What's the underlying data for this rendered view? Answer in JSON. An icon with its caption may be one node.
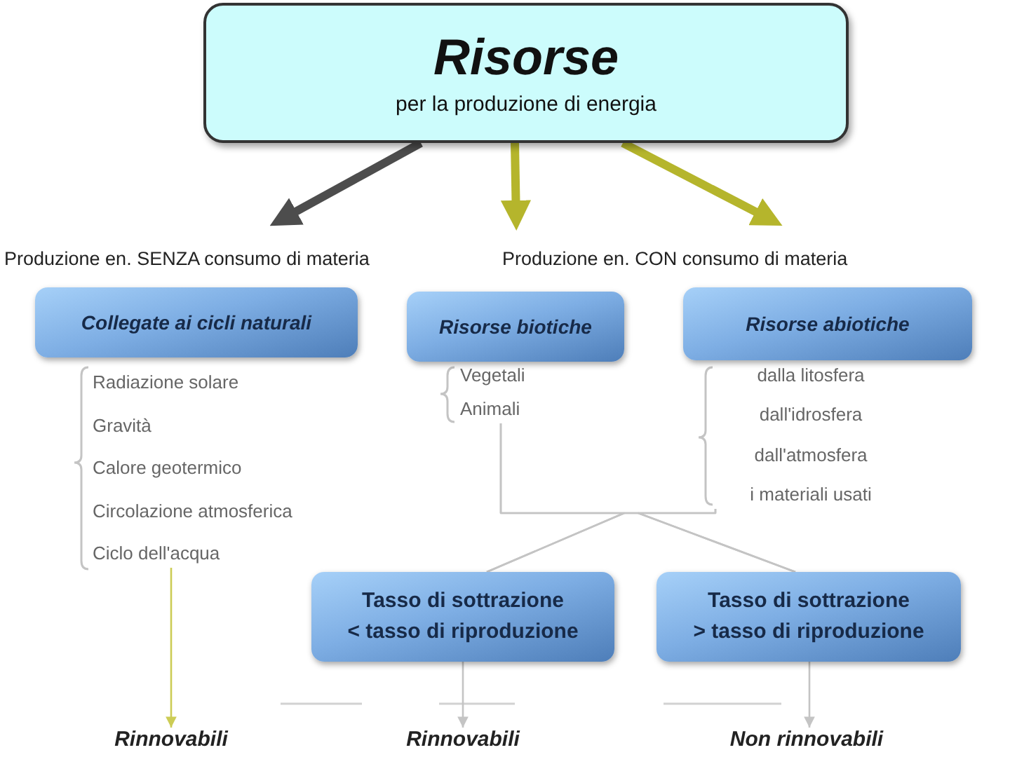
{
  "diagram": {
    "nodes": [
      {
        "text": [
          "Risorse",
          "per la produzione di energia"
        ]
      },
      {
        "text": [
          "Produzione en. SENZA consumo di materia"
        ]
      },
      {
        "text": [
          "Produzione en. CON consumo di materia"
        ]
      },
      {
        "text": [
          "Collegate ai cicli naturali"
        ]
      },
      {
        "text": [
          "Risorse biotiche"
        ]
      },
      {
        "text": [
          "Risorse abiotiche"
        ]
      },
      {
        "text": [
          "Radiazione solare",
          "Gravità",
          "Calore geotermico",
          "Circolazione atmosferica",
          "Ciclo dell'acqua"
        ]
      },
      {
        "text": [
          "Vegetali",
          "Animali"
        ]
      },
      {
        "text": [
          "dalla litosfera",
          "dall'idrosfera",
          "dall'atmosfera",
          "i materiali usati"
        ]
      },
      {
        "text": [
          "Tasso di sottrazione < tasso di riproduzione"
        ]
      },
      {
        "text": [
          "Tasso di sottrazione > tasso di riproduzione"
        ]
      },
      {
        "text": [
          "Rinnovabili"
        ]
      },
      {
        "text": [
          "Rinnovabili"
        ]
      },
      {
        "text": [
          "Non rinnovabili"
        ]
      }
    ],
    "edges": [
      {
        "from": 0,
        "to": 1,
        "arrow": "to",
        "style": "thick",
        "color": "#4d4d4d"
      },
      {
        "from": 0,
        "to": 2,
        "arrow": "to",
        "style": "thick",
        "color": "#b5b52c"
      },
      {
        "from": 0,
        "to": 2,
        "arrow": "to",
        "style": "thick",
        "color": "#b5b52c"
      },
      {
        "from": 7,
        "to": 9,
        "arrow": "none"
      },
      {
        "from": 7,
        "to": 10,
        "arrow": "none"
      },
      {
        "from": 8,
        "to": 9,
        "arrow": "none"
      },
      {
        "from": 8,
        "to": 10,
        "arrow": "none"
      },
      {
        "from": 6,
        "to": 11,
        "arrow": "to",
        "color": "#cccc55"
      },
      {
        "from": 9,
        "to": 12,
        "arrow": "to"
      },
      {
        "from": 10,
        "to": 13,
        "arrow": "to"
      }
    ]
  }
}
